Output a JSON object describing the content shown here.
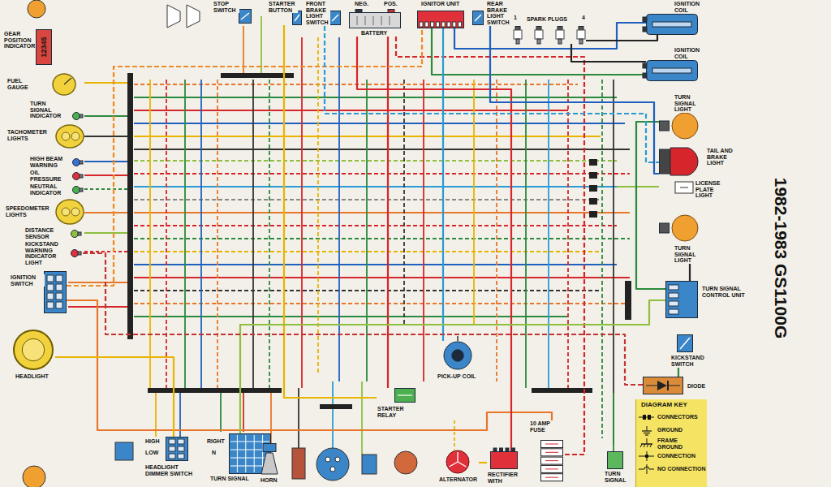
{
  "diagram": {
    "title": "1982-1983 GS1100G",
    "nodes": [
      {
        "text": [
          "STOP SWITCH"
        ]
      },
      {
        "text": [
          "STARTER BUTTON"
        ]
      },
      {
        "text": [
          "FRONT BRAKE LIGHT SWITCH"
        ]
      },
      {
        "text": [
          "NEG.",
          "POS.",
          "BATTERY"
        ]
      },
      {
        "text": [
          "IGNITOR UNIT"
        ]
      },
      {
        "text": [
          "REAR BRAKE LIGHT SWITCH"
        ]
      },
      {
        "text": [
          "1",
          "SPARK PLUGS",
          "4"
        ]
      },
      {
        "text": [
          "IGNITION COIL"
        ]
      },
      {
        "text": [
          "IGNITION COIL"
        ]
      },
      {
        "text": [
          "GEAR POSITION INDICATOR",
          "12345"
        ]
      },
      {
        "text": [
          "FUEL GAUGE"
        ]
      },
      {
        "text": [
          "TURN SIGNAL INDICATOR"
        ]
      },
      {
        "text": [
          "TACHOMETER LIGHTS"
        ]
      },
      {
        "text": [
          "HIGH BEAM WARNING"
        ]
      },
      {
        "text": [
          "OIL PRESSURE"
        ]
      },
      {
        "text": [
          "NEUTRAL INDICATOR"
        ]
      },
      {
        "text": [
          "SPEEDOMETER LIGHTS"
        ]
      },
      {
        "text": [
          "DISTANCE SENSOR"
        ]
      },
      {
        "text": [
          "KICKSTAND WARNING INDICATOR LIGHT"
        ]
      },
      {
        "text": [
          "IGNITION SWITCH"
        ]
      },
      {
        "text": [
          "HEADLIGHT"
        ]
      },
      {
        "text": [
          "TURN SIGNAL LIGHT"
        ]
      },
      {
        "text": [
          "TAIL AND BRAKE LIGHT",
          "LICENSE PLATE LIGHT"
        ]
      },
      {
        "text": [
          "TURN SIGNAL LIGHT"
        ]
      },
      {
        "text": [
          "TURN SIGNAL CONTROL UNIT"
        ]
      },
      {
        "text": [
          "KICKSTAND SWITCH"
        ]
      },
      {
        "text": [
          "DIODE"
        ]
      },
      {
        "text": [
          "PICK-UP COIL"
        ]
      },
      {
        "text": [
          "STARTER RELAY"
        ]
      },
      {
        "text": [
          "HIGH",
          "LOW",
          "HEADLIGHT DIMMER SWITCH"
        ]
      },
      {
        "text": [
          "RIGHT",
          "N",
          "TURN SIGNAL"
        ]
      },
      {
        "text": [
          "HORN"
        ]
      },
      {
        "text": [
          "ALTERNATOR"
        ]
      },
      {
        "text": [
          "RECTIFIER WITH"
        ]
      },
      {
        "text": [
          "10 AMP FUSE"
        ]
      },
      {
        "text": [
          "TURN SIGNAL"
        ]
      }
    ],
    "edges": [
      {
        "from": 3,
        "to": 28,
        "arrow": "none"
      },
      {
        "from": 1,
        "to": 28,
        "arrow": "none"
      },
      {
        "from": 3,
        "to": 34,
        "arrow": "none"
      },
      {
        "from": 34,
        "to": 19,
        "arrow": "none"
      },
      {
        "from": 19,
        "to": 4,
        "arrow": "none"
      },
      {
        "from": 4,
        "to": 7,
        "arrow": "none"
      },
      {
        "from": 4,
        "to": 8,
        "arrow": "none"
      },
      {
        "from": 7,
        "to": 6,
        "arrow": "none"
      },
      {
        "from": 8,
        "to": 6,
        "arrow": "none"
      },
      {
        "from": 27,
        "to": 4,
        "arrow": "none"
      },
      {
        "from": 32,
        "to": 33,
        "arrow": "none"
      },
      {
        "from": 33,
        "to": 3,
        "arrow": "none"
      },
      {
        "from": 30,
        "to": 24,
        "arrow": "none"
      },
      {
        "from": 24,
        "to": 21,
        "arrow": "none"
      },
      {
        "from": 24,
        "to": 23,
        "arrow": "none"
      },
      {
        "from": 29,
        "to": 20,
        "arrow": "none"
      },
      {
        "from": 25,
        "to": 26,
        "arrow": "none"
      },
      {
        "from": 26,
        "to": 18,
        "arrow": "none"
      },
      {
        "from": 2,
        "to": 22,
        "arrow": "none"
      },
      {
        "from": 5,
        "to": 22,
        "arrow": "none"
      }
    ],
    "labels": [
      "DIAGRAM KEY"
    ],
    "legend": [
      {
        "text": "CONNECTORS"
      },
      {
        "text": "GROUND"
      },
      {
        "text": "FRAME GROUND"
      },
      {
        "text": "CONNECTION"
      },
      {
        "text": "NO CONNECTION"
      }
    ]
  }
}
